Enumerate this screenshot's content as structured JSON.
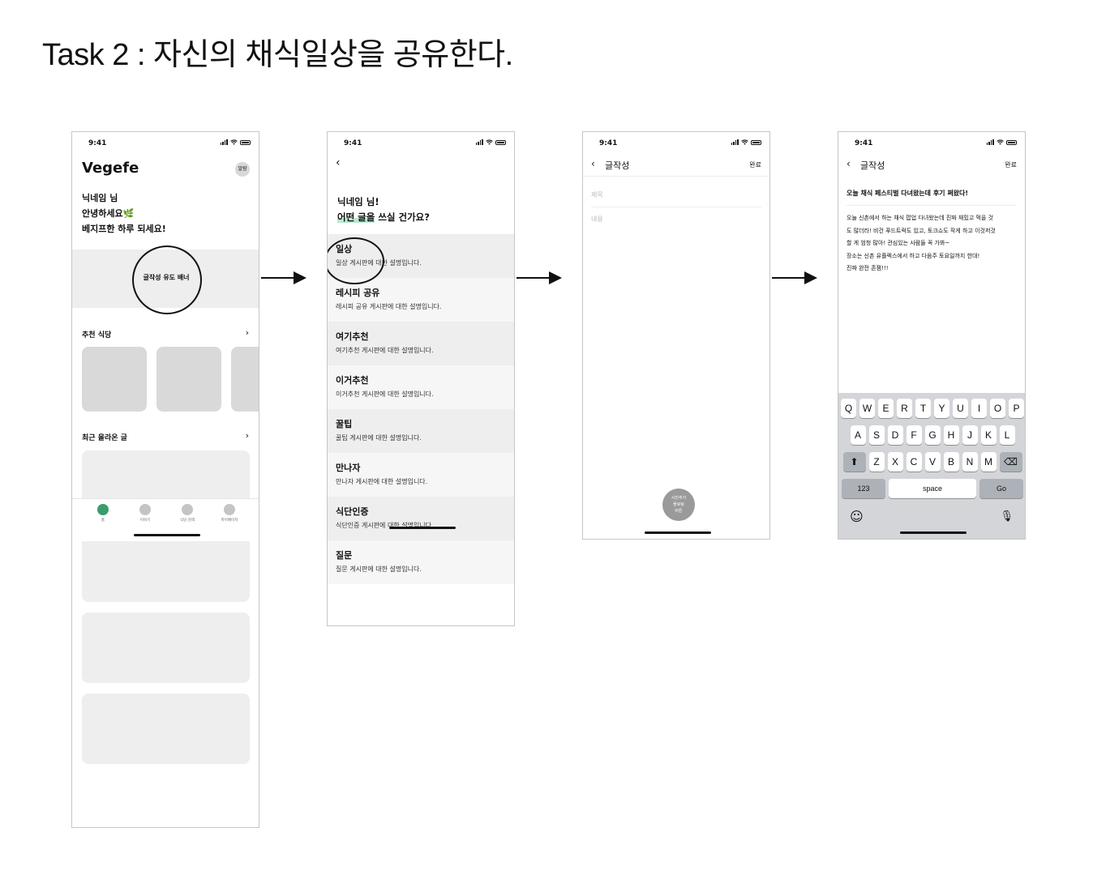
{
  "title": "Task 2 : 자신의 채식일상을 공유한다.",
  "status_time": "9:41",
  "screen1": {
    "app_name": "Vegefe",
    "alarm": "알람",
    "greeting": [
      "닉네임 님",
      "안녕하세요🌿",
      "베지프한 하루 되세요!"
    ],
    "banner": "글작성 유도 배너",
    "recommended": "추천 식당",
    "recent": "최근 올라온 글",
    "chevron": "›",
    "tabs": [
      "홈",
      "이야기",
      "식당 검색",
      "마이페이지"
    ]
  },
  "screen2": {
    "back": "‹",
    "question": [
      "닉네임 님!",
      "어떤 글을 쓰실 건가요?"
    ],
    "boards": [
      {
        "title": "일상",
        "desc": "일상 게시판에 대한 설명입니다."
      },
      {
        "title": "레시피 공유",
        "desc": "레시피 공유 게시판에 대한 설명입니다."
      },
      {
        "title": "여기추천",
        "desc": "여기추천 게시판에 대한 설명입니다."
      },
      {
        "title": "이거추천",
        "desc": "이거추천 게시판에 대한 설명입니다."
      },
      {
        "title": "꿀팁",
        "desc": "꿀팁 게시판에 대한 설명입니다."
      },
      {
        "title": "만나자",
        "desc": "만나자 게시판에 대한 설명입니다."
      },
      {
        "title": "식단인증",
        "desc": "식단인증 게시판에 대한 설명입니다."
      },
      {
        "title": "질문",
        "desc": "질문 게시판에 대한 설명입니다."
      }
    ]
  },
  "screen3": {
    "back": "‹",
    "nav_title": "글작성",
    "done": "완료",
    "title_placeholder": "제목",
    "content_placeholder": "내용",
    "photo_button": [
      "사진추가",
      "플로팅",
      "버튼"
    ]
  },
  "screen4": {
    "back": "‹",
    "nav_title": "글작성",
    "done": "완료",
    "post_title": "오늘 채식 페스티벌 다녀왔는데 후기 쩌왔다!",
    "post_body": [
      "오늘 신촌에서 하는 채식 팝업 다녀왔는데 진짜 재밌고 먹을 것",
      "도 많더라! 비건 푸드트럭도 있고, 토크쇼도 작게 하고 이것저것",
      "할 게 엄청 많아! 관심있는 사람들 꼭 가봐~",
      "장소는 신촌 유플렉스에서 하고 다음주 토요일까지 한대!",
      "진짜 완전 존잼!!!"
    ],
    "keyboard": {
      "row1": [
        "Q",
        "W",
        "E",
        "R",
        "T",
        "Y",
        "U",
        "I",
        "O",
        "P"
      ],
      "row2": [
        "A",
        "S",
        "D",
        "F",
        "G",
        "H",
        "J",
        "K",
        "L"
      ],
      "row3": [
        "Z",
        "X",
        "C",
        "V",
        "B",
        "N",
        "M"
      ],
      "numbers": "123",
      "space": "space",
      "go": "Go",
      "shift": "⬆",
      "delete": "⌫",
      "emoji": "☺",
      "mic": "🎙"
    }
  }
}
